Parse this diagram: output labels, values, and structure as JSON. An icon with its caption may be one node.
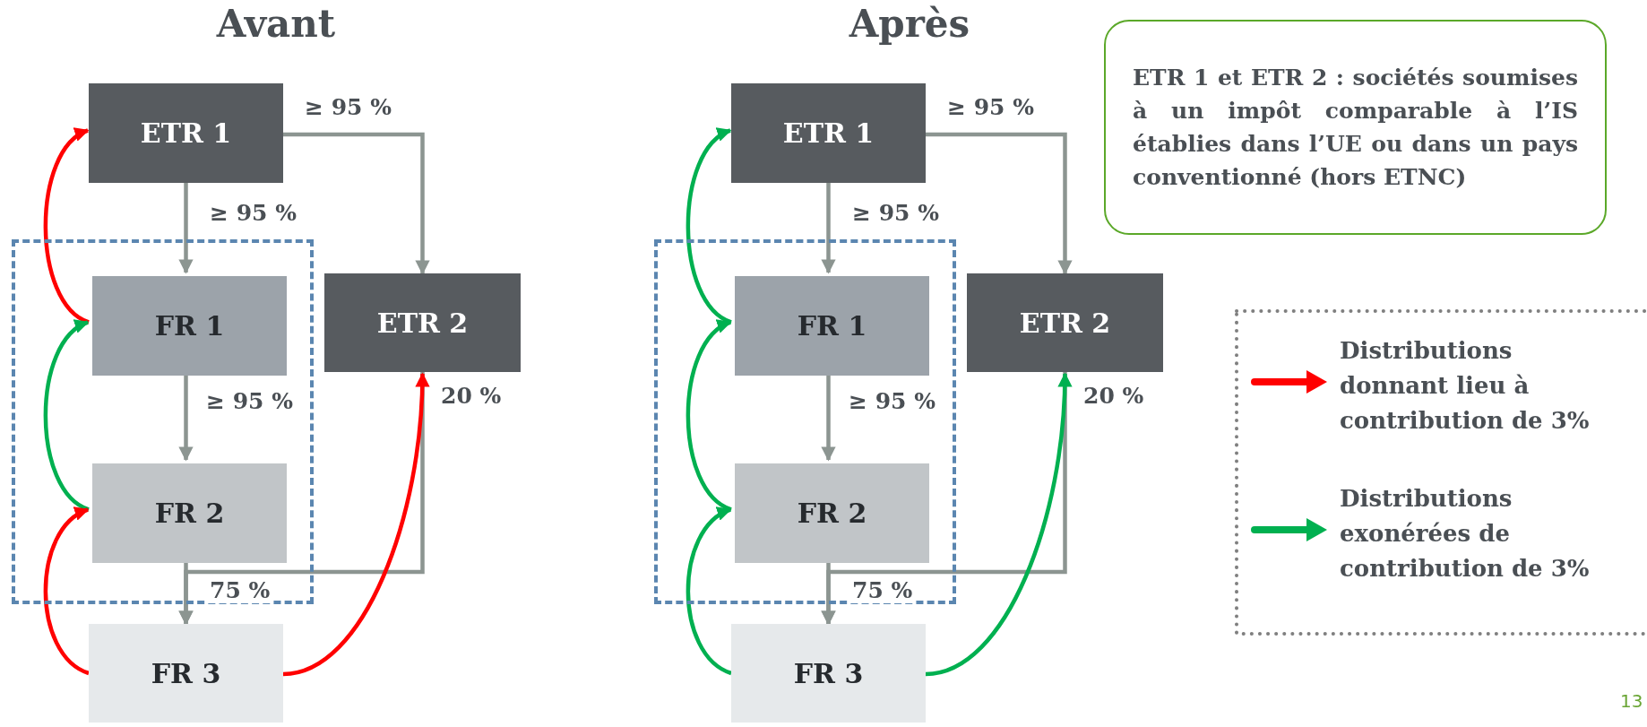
{
  "diagram": {
    "nodes": [
      {
        "text": [
          "ETR 1"
        ]
      },
      {
        "text": [],
        "shape": "box"
      },
      {
        "text": [
          "FR 1"
        ],
        "in": 1
      },
      {
        "text": [
          "ETR 2"
        ]
      },
      {
        "text": [
          "FR 2"
        ],
        "in": 1
      },
      {
        "text": [
          "FR 3"
        ]
      },
      {
        "text": [
          "ETR 1"
        ]
      },
      {
        "text": [],
        "shape": "box"
      },
      {
        "text": [
          "FR 1"
        ],
        "in": 7
      },
      {
        "text": [
          "ETR 2"
        ]
      },
      {
        "text": [
          "FR 2"
        ],
        "in": 7
      },
      {
        "text": [
          "FR 3"
        ]
      },
      {
        "text": [
          "ETR 1 et ETR 2 : sociétés soumises à un impôt comparable à l’IS établies dans l’UE ou dans un pays conventionné (hors ETNC)"
        ]
      }
    ],
    "edges": [
      {
        "from": 0,
        "to": 3,
        "arrow": "to",
        "label": "≥ 95 %"
      },
      {
        "from": 0,
        "to": 2,
        "arrow": "to",
        "label": "≥ 95 %"
      },
      {
        "from": 2,
        "to": 4,
        "arrow": "to",
        "label": "≥ 95 %"
      },
      {
        "from": 4,
        "to": 5,
        "arrow": "to",
        "label": "75 %"
      },
      {
        "from": 3,
        "to": 5,
        "arrow": "to",
        "label": "20 %"
      },
      {
        "from": 2,
        "to": 0,
        "arrow": "to",
        "color": "#ff0000"
      },
      {
        "from": 4,
        "to": 2,
        "arrow": "to",
        "color": "#00b050"
      },
      {
        "from": 5,
        "to": 4,
        "arrow": "to",
        "color": "#ff0000"
      },
      {
        "from": 5,
        "to": 3,
        "arrow": "to",
        "color": "#ff0000"
      },
      {
        "from": 6,
        "to": 9,
        "arrow": "to",
        "label": "≥ 95 %"
      },
      {
        "from": 6,
        "to": 8,
        "arrow": "to",
        "label": "≥ 95 %"
      },
      {
        "from": 8,
        "to": 10,
        "arrow": "to",
        "label": "≥ 95 %"
      },
      {
        "from": 10,
        "to": 11,
        "arrow": "to",
        "label": "75 %"
      },
      {
        "from": 9,
        "to": 11,
        "arrow": "to",
        "label": "20 %"
      },
      {
        "from": 8,
        "to": 6,
        "arrow": "to",
        "color": "#00b050"
      },
      {
        "from": 10,
        "to": 8,
        "arrow": "to",
        "color": "#00b050"
      },
      {
        "from": 11,
        "to": 10,
        "arrow": "to",
        "color": "#00b050"
      },
      {
        "from": 11,
        "to": 9,
        "arrow": "to",
        "color": "#00b050"
      }
    ],
    "labels": [
      "Avant",
      "Après",
      "13"
    ],
    "legend": [
      {
        "text": "Distributions donnant lieu à contribution de 3%"
      },
      {
        "text": "Distributions exonérées de contribution de 3%"
      }
    ]
  }
}
